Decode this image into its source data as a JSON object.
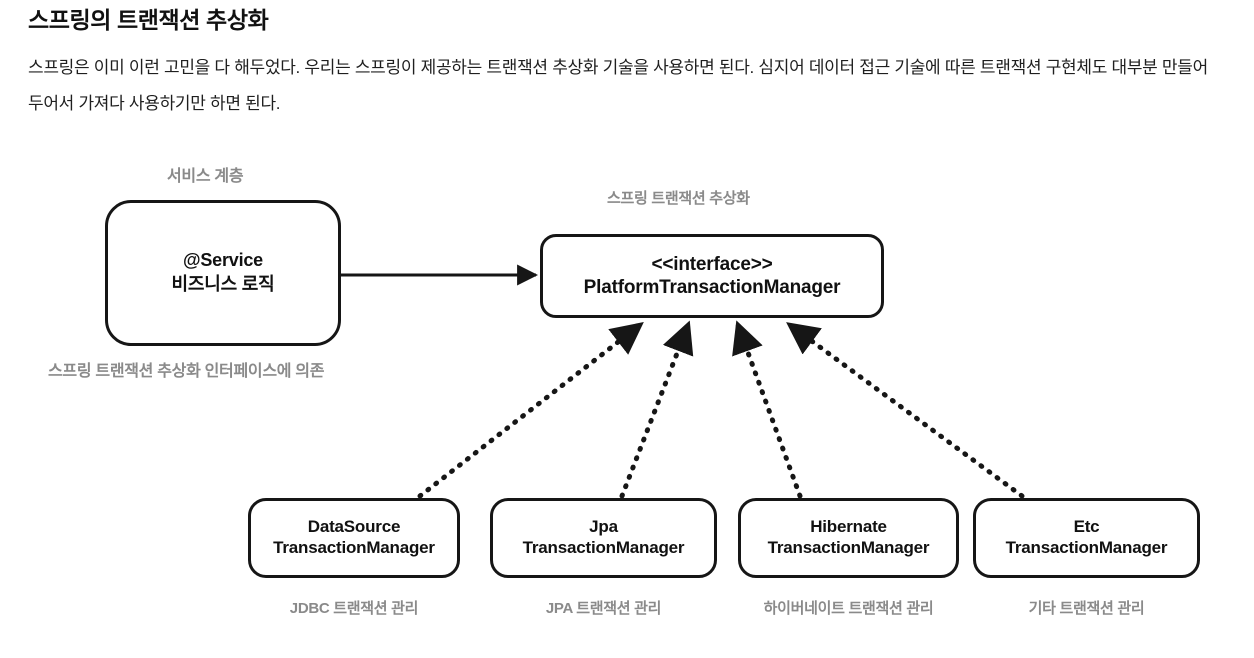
{
  "article": {
    "title": "스프링의 트랜잭션 추상화",
    "paragraph": "스프링은 이미 이런 고민을 다 해두었다. 우리는 스프링이 제공하는 트랜잭션 추상화 기술을 사용하면 된다. 심지어 데이터 접근 기술에 따른 트랜잭션 구현체도 대부분 만들어두어서 가져다 사용하기만 하면 된다."
  },
  "diagram": {
    "captions": {
      "service_layer": "서비스 계층",
      "spring_abstraction": "스프링 트랜잭션 추상화",
      "depends_on_interface": "스프링 트랜잭션 추상화 인터페이스에 의존"
    },
    "nodes": {
      "service": {
        "line1": "@Service",
        "line2": "비즈니스 로직"
      },
      "platform_transaction_manager": {
        "line1": "<<interface>>",
        "line2": "PlatformTransactionManager"
      },
      "implementations": [
        {
          "line1": "DataSource",
          "line2": "TransactionManager",
          "caption": "JDBC 트랜잭션 관리"
        },
        {
          "line1": "Jpa",
          "line2": "TransactionManager",
          "caption": "JPA 트랜잭션 관리"
        },
        {
          "line1": "Hibernate",
          "line2": "TransactionManager",
          "caption": "하이버네이트 트랜잭션 관리"
        },
        {
          "line1": "Etc",
          "line2": "TransactionManager",
          "caption": "기타 트랜잭션 관리"
        }
      ]
    },
    "edges": {
      "service_to_ptm": {
        "style": "solid",
        "arrow": "filled-triangle"
      },
      "impl_to_ptm": {
        "style": "dotted",
        "arrow": "filled-triangle",
        "count": 4
      }
    },
    "colors": {
      "stroke": "#161616",
      "text": "#111111",
      "caption": "#8a8a8a",
      "background": "#ffffff"
    }
  }
}
